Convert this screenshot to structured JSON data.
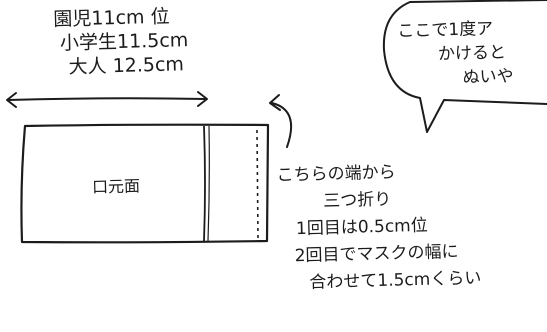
{
  "sizes": {
    "line1": "園児11cm 位",
    "line2": "小学生11.5cm",
    "line3": "大人 12.5cm"
  },
  "fabric": {
    "label": "口元面"
  },
  "bubble": {
    "line1": "ここで1度ア",
    "line2": "かけると",
    "line3": "ぬいや"
  },
  "instructions": {
    "line1": "こちらの端から",
    "line2": "三つ折り",
    "line3": "1回目は0.5cm位",
    "line4": "2回目でマスクの幅に",
    "line5": "合わせて1.5cmくらい"
  },
  "colors": {
    "ink": "#1c1c1c",
    "paper": "#ffffff"
  }
}
